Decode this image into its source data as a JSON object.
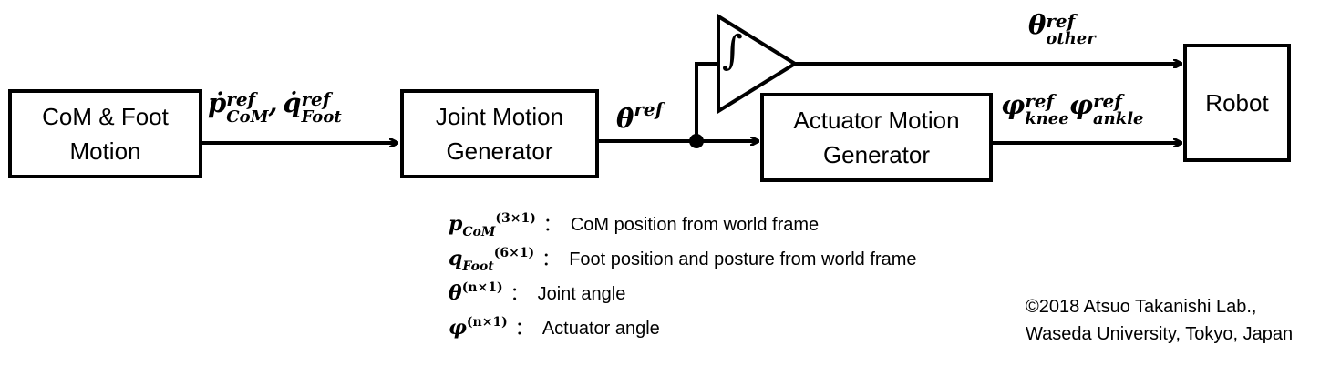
{
  "blocks": {
    "com_foot": {
      "line1": "CoM & Foot",
      "line2": "Motion"
    },
    "joint_gen": {
      "line1": "Joint Motion",
      "line2": "Generator"
    },
    "actuator_gen": {
      "line1": "Actuator Motion",
      "line2": "Generator"
    },
    "robot": {
      "label": "Robot"
    }
  },
  "signals": {
    "pq": {
      "p": "ṗ",
      "p_sup": "ref",
      "p_sub": "CoM",
      "comma": ",",
      "q": "q̇",
      "q_sup": "ref",
      "q_sub": "Foot"
    },
    "theta_dot": {
      "sym": "θ̇",
      "sup": "ref"
    },
    "theta_other": {
      "sym": "θ",
      "sup": "ref",
      "sub": "other"
    },
    "phi": {
      "sym1": "φ",
      "sup1": "ref",
      "sub1": "knee",
      "sym2": "φ",
      "sup2": "ref",
      "sub2": "ankle"
    }
  },
  "integrator": {
    "symbol": "∫"
  },
  "legend": [
    {
      "sym": "p",
      "sub": "CoM",
      "sup": "(3×1)",
      "sep": "：",
      "desc": "CoM position from world frame"
    },
    {
      "sym": "q",
      "sub": "Foot",
      "sup": "(6×1)",
      "sep": "：",
      "desc": "Foot position and posture from world frame"
    },
    {
      "sym": "θ",
      "sub": "",
      "sup": "(n×1)",
      "sep": "：",
      "desc": "Joint angle"
    },
    {
      "sym": "φ",
      "sub": "",
      "sup": "(n×1)",
      "sep": "：",
      "desc": "Actuator angle"
    }
  ],
  "copyright": {
    "line1": "©2018 Atsuo Takanishi Lab.,",
    "line2": "Waseda University, Tokyo, Japan"
  }
}
